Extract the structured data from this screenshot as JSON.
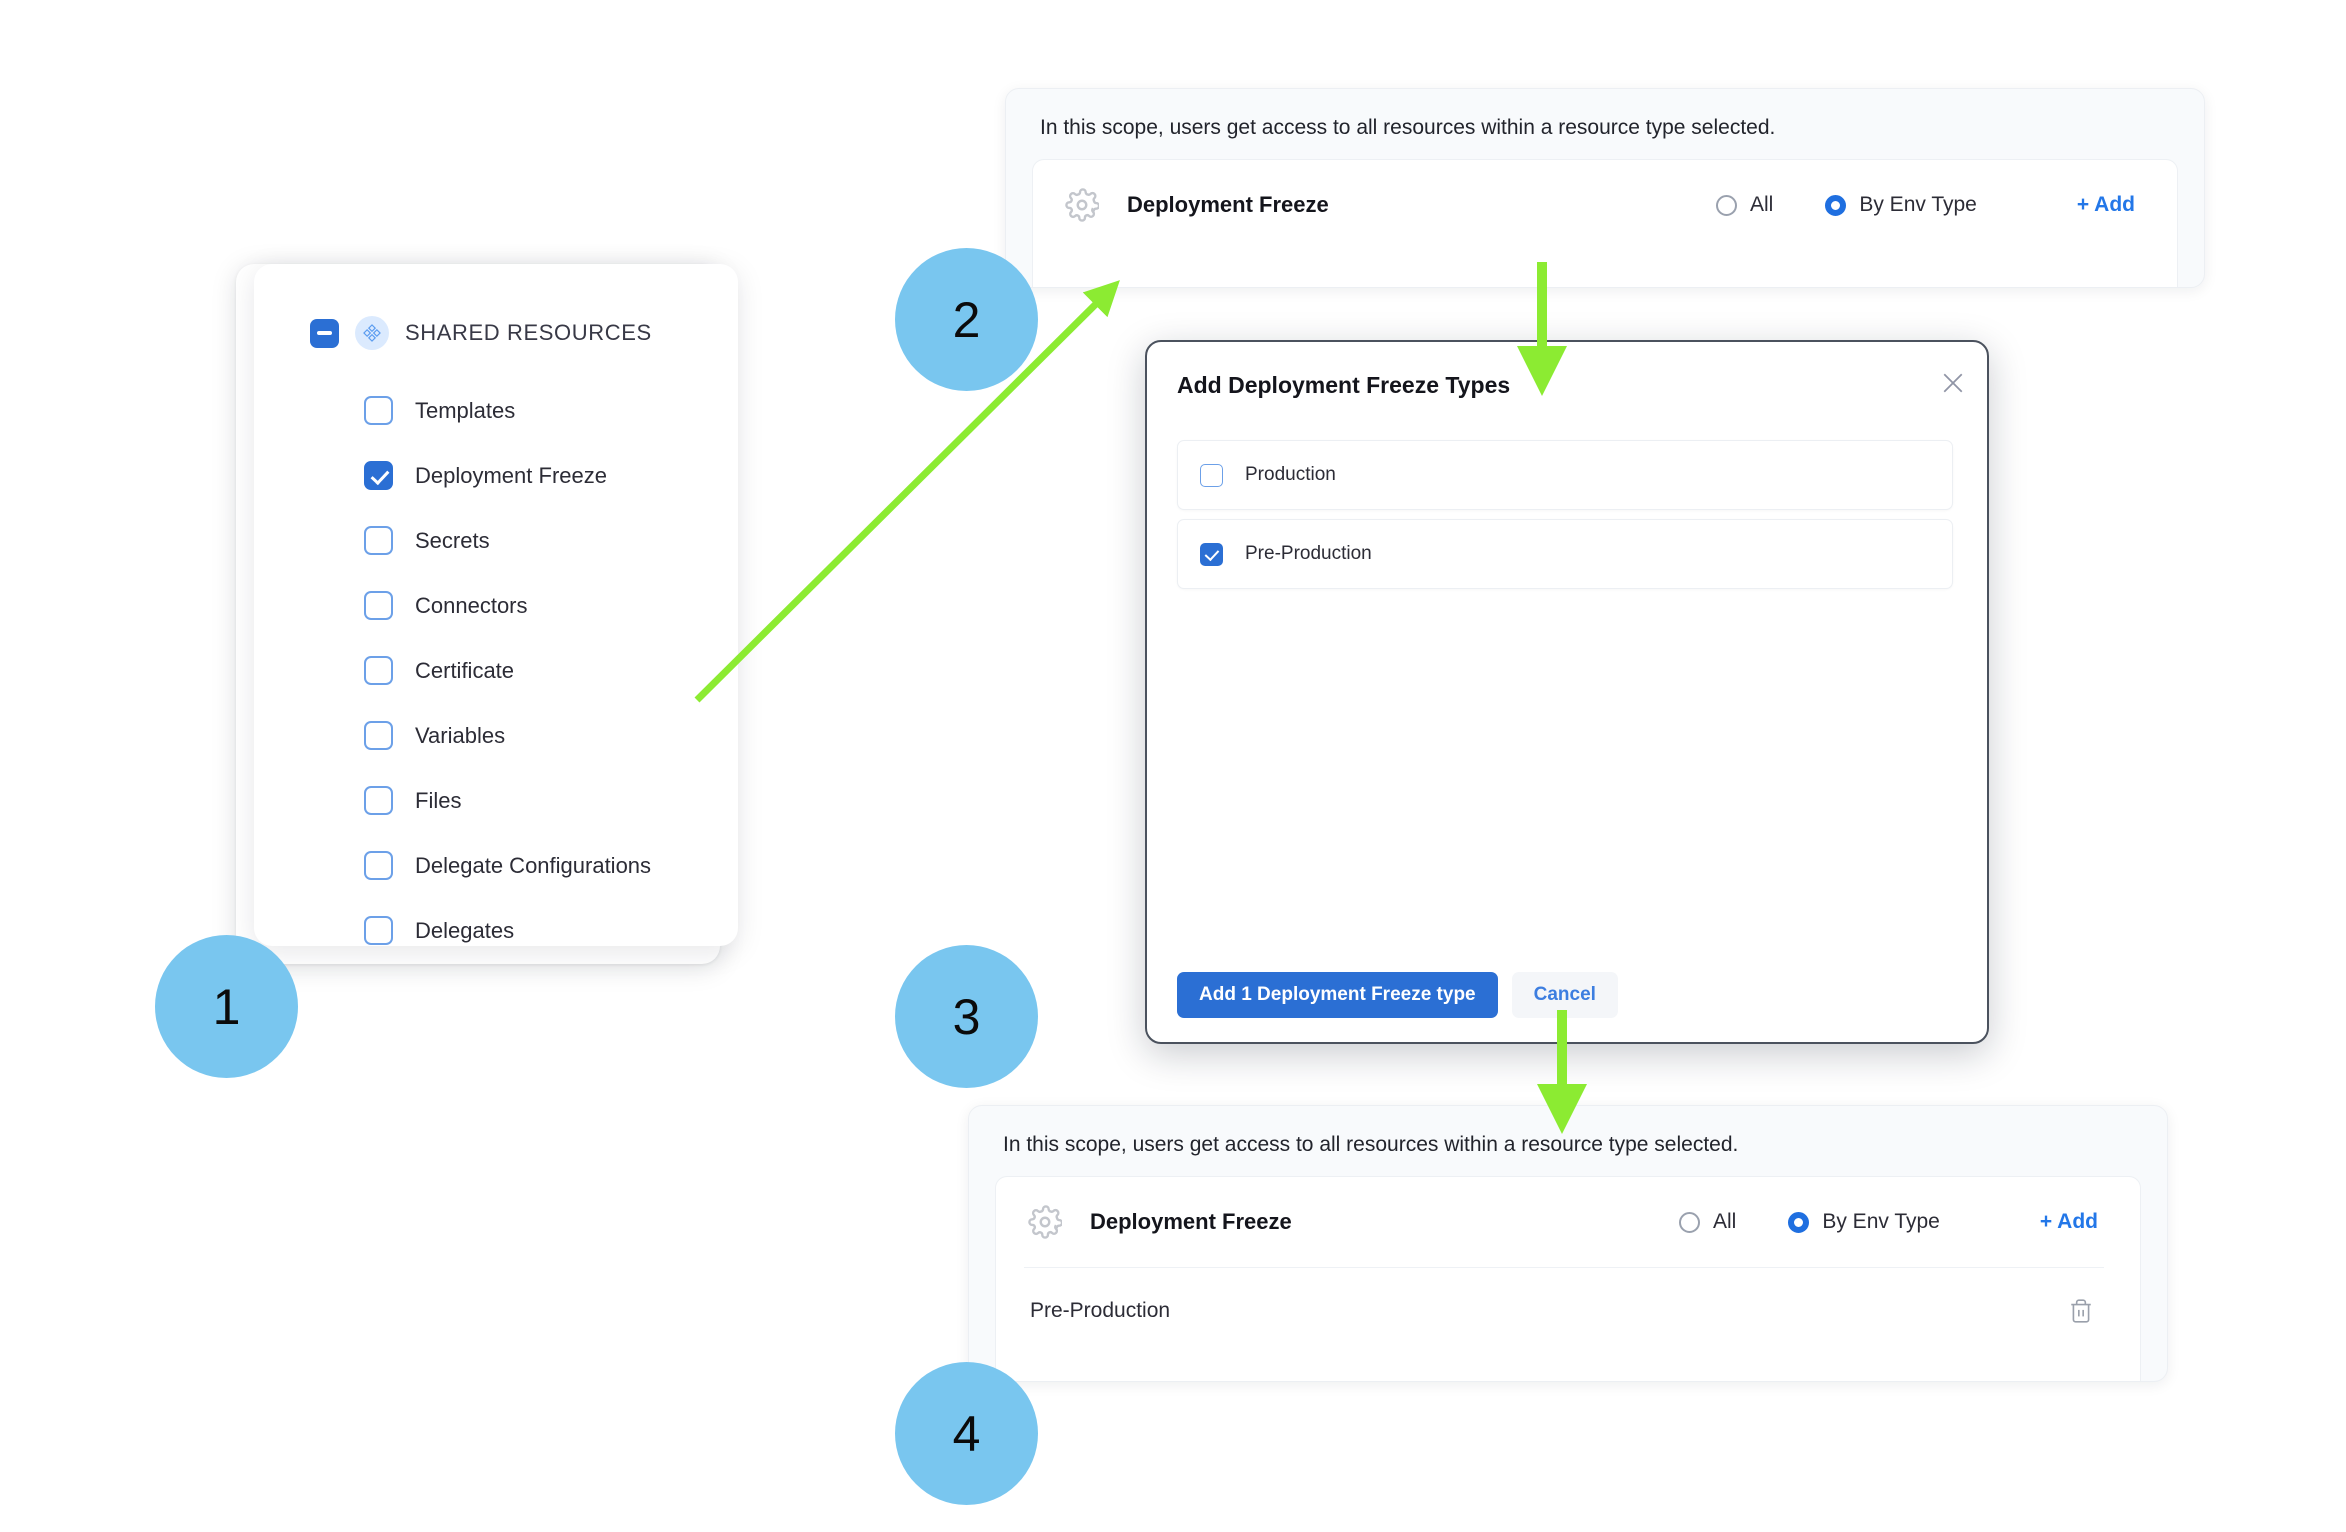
{
  "steps": [
    {
      "id": "1",
      "label": "1"
    },
    {
      "id": "2",
      "label": "2"
    },
    {
      "id": "3",
      "label": "3"
    },
    {
      "id": "4",
      "label": "4"
    }
  ],
  "colors": {
    "step_badge": "#79c6ef",
    "arrow": "#8ceb32",
    "accent_blue": "#2b6fd4",
    "link_blue": "#2377e8",
    "checkbox_border": "#6ca0e8"
  },
  "resources_card": {
    "header": {
      "title": "SHARED RESOURCES",
      "select_all_state": "indeterminate",
      "icon": "diamond-grid-icon"
    },
    "items": [
      {
        "label": "Templates",
        "checked": false
      },
      {
        "label": "Deployment Freeze",
        "checked": true
      },
      {
        "label": "Secrets",
        "checked": false
      },
      {
        "label": "Connectors",
        "checked": false
      },
      {
        "label": "Certificate",
        "checked": false
      },
      {
        "label": "Variables",
        "checked": false
      },
      {
        "label": "Files",
        "checked": false
      },
      {
        "label": "Delegate Configurations",
        "checked": false
      },
      {
        "label": "Delegates",
        "checked": false
      }
    ]
  },
  "scope_panel_top": {
    "note": "In this scope, users get access to all resources within a resource type selected.",
    "resource_icon": "gear-icon",
    "resource_name": "Deployment Freeze",
    "options": [
      {
        "label": "All",
        "selected": false
      },
      {
        "label": "By Env Type",
        "selected": true
      }
    ],
    "add_label": "+ Add"
  },
  "modal": {
    "title": "Add Deployment Freeze Types",
    "close_icon": "close-icon",
    "rows": [
      {
        "label": "Production",
        "checked": false
      },
      {
        "label": "Pre-Production",
        "checked": true
      }
    ],
    "primary_button": "Add 1 Deployment Freeze type",
    "secondary_button": "Cancel"
  },
  "scope_panel_bottom": {
    "note": "In this scope, users get access to all resources within a resource type selected.",
    "resource_icon": "gear-icon",
    "resource_name": "Deployment Freeze",
    "options": [
      {
        "label": "All",
        "selected": false
      },
      {
        "label": "By Env Type",
        "selected": true
      }
    ],
    "add_label": "+ Add",
    "selected_items": [
      {
        "label": "Pre-Production",
        "delete_icon": "trash-icon"
      }
    ]
  }
}
